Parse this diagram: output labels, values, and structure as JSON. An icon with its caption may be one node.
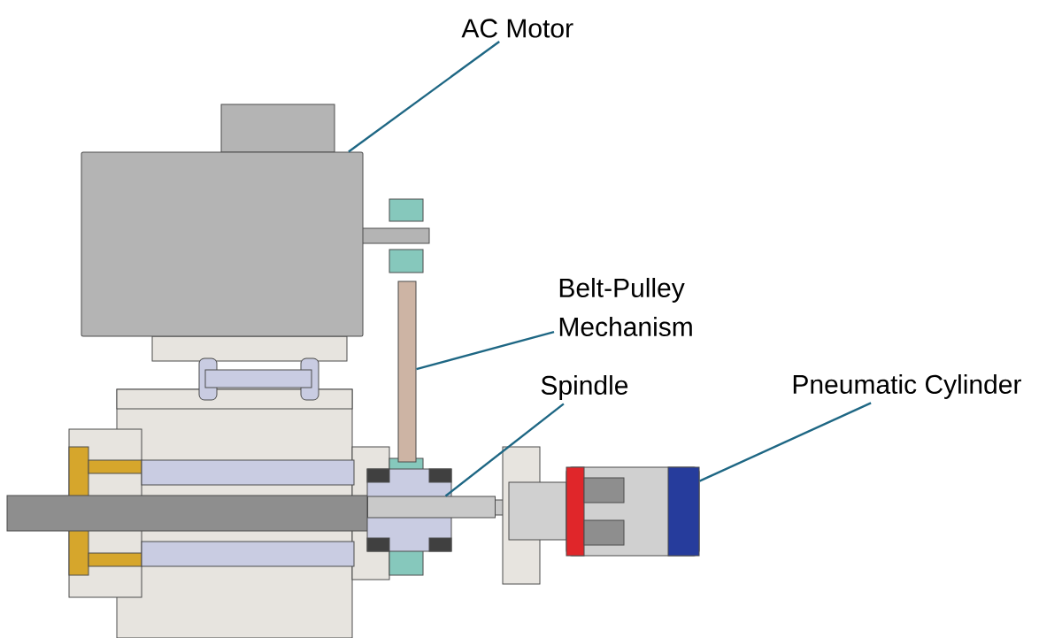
{
  "diagram": {
    "nodes": [
      {
        "text": [
          "AC Motor"
        ]
      },
      {
        "text": [
          "Belt-Pulley Mechanism"
        ]
      },
      {
        "text": [
          "Spindle"
        ]
      },
      {
        "text": [
          "Pneumatic Cylinder"
        ]
      },
      {
        "text": [],
        "shape": "box"
      },
      {
        "text": [],
        "shape": "bar"
      },
      {
        "text": [],
        "shape": "bar"
      },
      {
        "text": [],
        "shape": "cylinder"
      }
    ],
    "edges": [
      {
        "from": 0,
        "to": 4,
        "arrow": "none"
      },
      {
        "from": 1,
        "to": 5,
        "arrow": "none"
      },
      {
        "from": 2,
        "to": 6,
        "arrow": "none"
      },
      {
        "from": 3,
        "to": 7,
        "arrow": "none"
      }
    ]
  }
}
